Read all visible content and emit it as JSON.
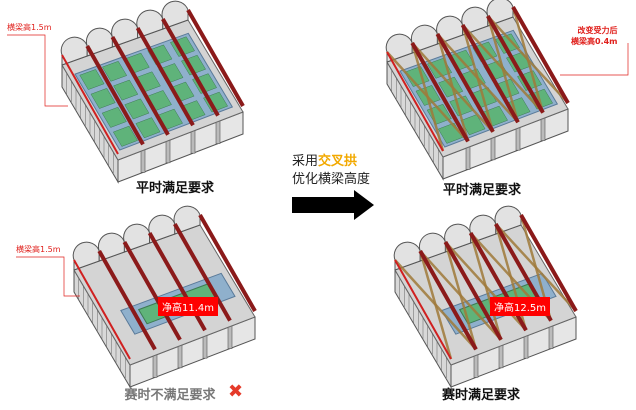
{
  "panels": [
    {
      "id": "tl",
      "caption": "平时满足要求",
      "callout": [
        "横梁高1.5m"
      ],
      "variant": "normal",
      "cross": false
    },
    {
      "id": "tr",
      "caption": "平时满足要求",
      "callout": [
        "改变受力后",
        "横梁高0.4m"
      ],
      "variant": "normal",
      "cross": true
    },
    {
      "id": "bl",
      "caption": "赛时不满足要求",
      "callout": [
        "横梁高1.5m"
      ],
      "variant": "game",
      "cross": false,
      "clear_height": "净高11.4m"
    },
    {
      "id": "br",
      "caption": "赛时满足要求",
      "variant": "game",
      "cross": true,
      "clear_height": "净高12.5m"
    }
  ],
  "middle": {
    "line1_prefix": "采用",
    "line1_highlight": "交叉拱",
    "line2": "优化横梁高度"
  },
  "fail_icon": "x-mark-icon",
  "colors": {
    "beam": "#8b1a1a",
    "arch_cross": "#a07a3a",
    "court": "#5fb37a",
    "accent": "#f2a900",
    "callout": "#e0201c"
  }
}
